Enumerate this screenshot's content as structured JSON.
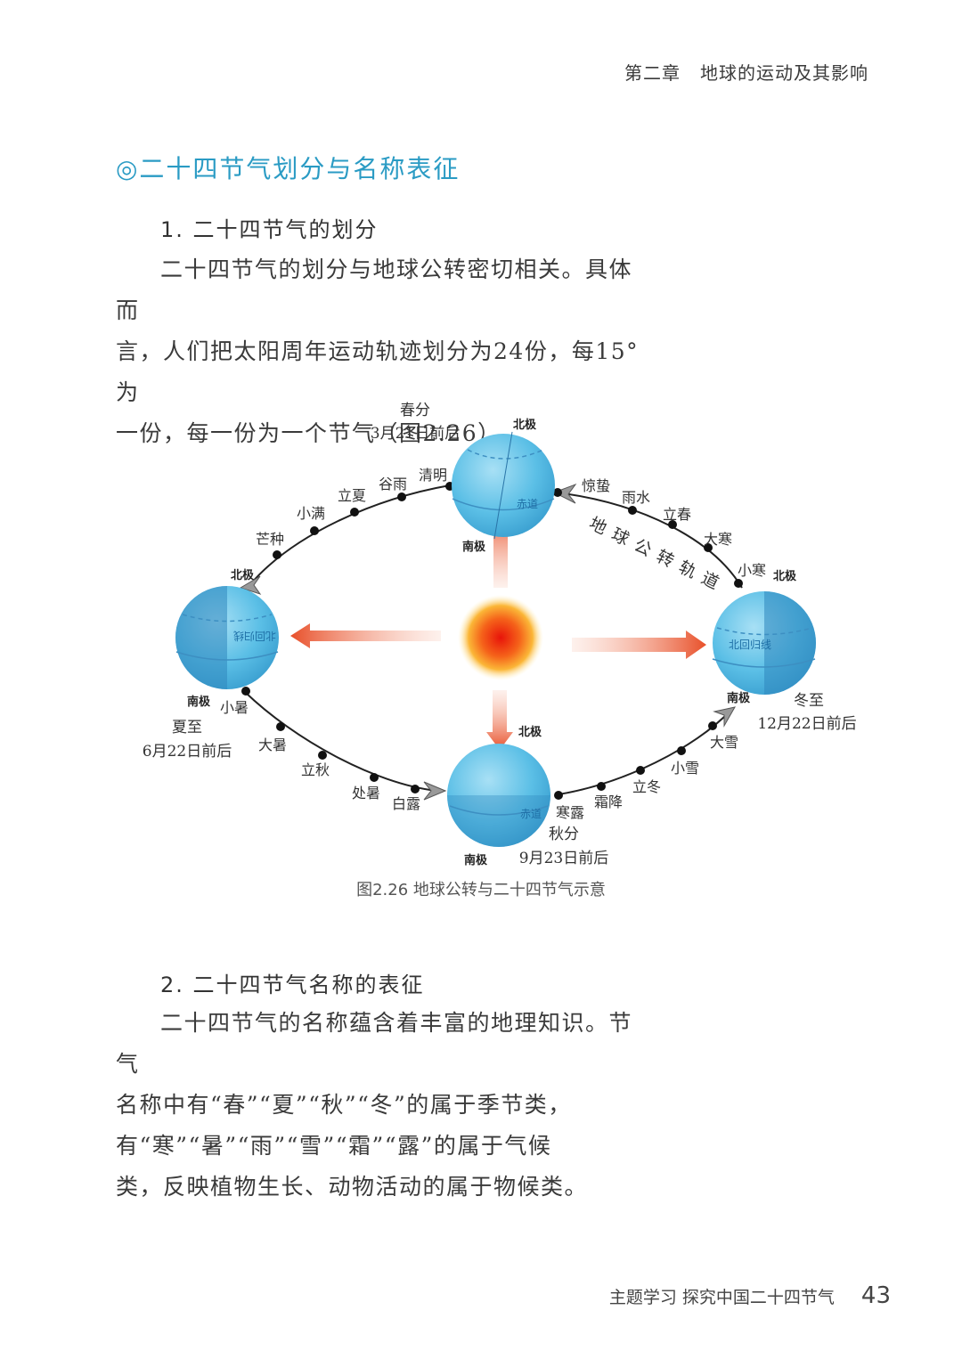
{
  "header": {
    "chapter": "第二章",
    "title": "地球的运动及其影响"
  },
  "section_title": "◎二十四节气划分与名称表征",
  "part1": {
    "heading": "1. 二十四节气的划分",
    "lines": [
      "二十四节气的划分与地球公转密切相关。具体而",
      "言，人们把太阳周年运动轨迹划分为24份，每15° 为",
      "一份，每一份为一个节气（图2.26）。"
    ]
  },
  "figure": {
    "caption": "图2.26  地球公转与二十四节气示意",
    "orbit_label": "地球公转轨道",
    "equator": "赤道",
    "tropic": "北回归线",
    "north_pole": "北极",
    "south_pole": "南极",
    "main_terms": [
      {
        "name": "春分",
        "date": "3月21日前后"
      },
      {
        "name": "夏至",
        "date": "6月22日前后"
      },
      {
        "name": "秋分",
        "date": "9月23日前后"
      },
      {
        "name": "冬至",
        "date": "12月22日前后"
      }
    ],
    "terms_top_left": [
      "清明",
      "谷雨",
      "立夏",
      "小满",
      "芒种"
    ],
    "terms_top_right": [
      "惊蛰",
      "雨水",
      "立春",
      "大寒",
      "小寒"
    ],
    "terms_bottom_left": [
      "小暑",
      "大暑",
      "立秋",
      "处暑",
      "白露"
    ],
    "terms_bottom_right": [
      "寒露",
      "霜降",
      "立冬",
      "小雪",
      "大雪"
    ]
  },
  "part2": {
    "heading": "2. 二十四节气名称的表征",
    "lines": [
      "二十四节气的名称蕴含着丰富的地理知识。节气",
      "名称中有“春”“夏”“秋”“冬”的属于季节类，",
      "有“寒”“暑”“雨”“雪”“霜”“露”的属于气候",
      "类，反映植物生长、动物活动的属于物候类。"
    ]
  },
  "footer": {
    "text": "主题学习   探究中国二十四节气",
    "page": "43"
  }
}
